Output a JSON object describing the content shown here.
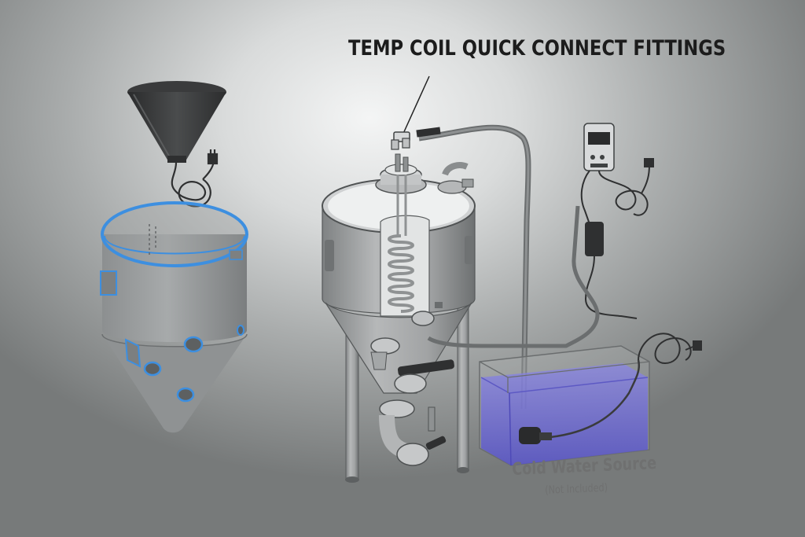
{
  "labels": {
    "callout": "TEMP COIL QUICK CONNECT FITTINGS",
    "water_source": "Cold Water Source",
    "water_note": "(Not Included)"
  },
  "colors": {
    "accent_blue": "#3d8fe0",
    "water": "#6d6ad6",
    "steel": "#9c9e9f",
    "text_dark": "#1c1c1c",
    "text_grey": "#6f7070"
  },
  "components": {
    "left": [
      "heater-funnel",
      "cord-plug",
      "cooling-jacket"
    ],
    "center": [
      "conical-fermenter",
      "cooling-coil",
      "quick-connect-fittings",
      "tubing"
    ],
    "right": [
      "temperature-controller",
      "controller-cord",
      "water-tank",
      "submersible-pump",
      "pump-cord"
    ]
  }
}
